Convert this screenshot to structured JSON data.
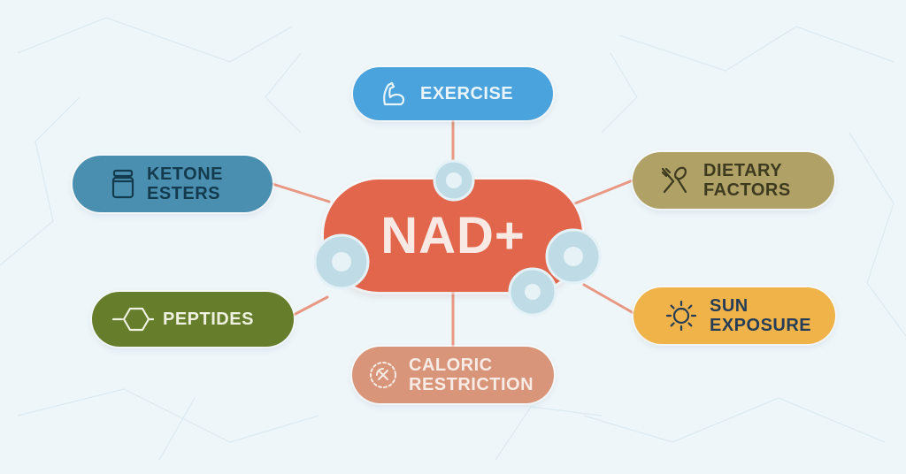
{
  "diagram": {
    "center": {
      "label": "NAD+",
      "color": "#e2664c"
    },
    "nodes": [
      {
        "id": "exercise",
        "label": "EXERCISE",
        "icon": "flexed-arm-icon",
        "color": "#4aa3dd"
      },
      {
        "id": "ketone",
        "label": "KETONE\nESTERS",
        "icon": "jar-icon",
        "color": "#4b8fb0"
      },
      {
        "id": "dietary",
        "label": "DIETARY\nFACTORS",
        "icon": "fork-spoon-icon",
        "color": "#b0a266"
      },
      {
        "id": "peptides",
        "label": "PEPTIDES",
        "icon": "hexagon-molecule-icon",
        "color": "#667e2c"
      },
      {
        "id": "sun",
        "label": "SUN\nEXPOSURE",
        "icon": "sun-icon",
        "color": "#f0b34a"
      },
      {
        "id": "caloric",
        "label": "CALORIC\nRESTRICTION",
        "icon": "crossed-circle-icon",
        "color": "#d8957a"
      }
    ],
    "connector_color": "#e89883",
    "background_color": "#eef6fa"
  }
}
